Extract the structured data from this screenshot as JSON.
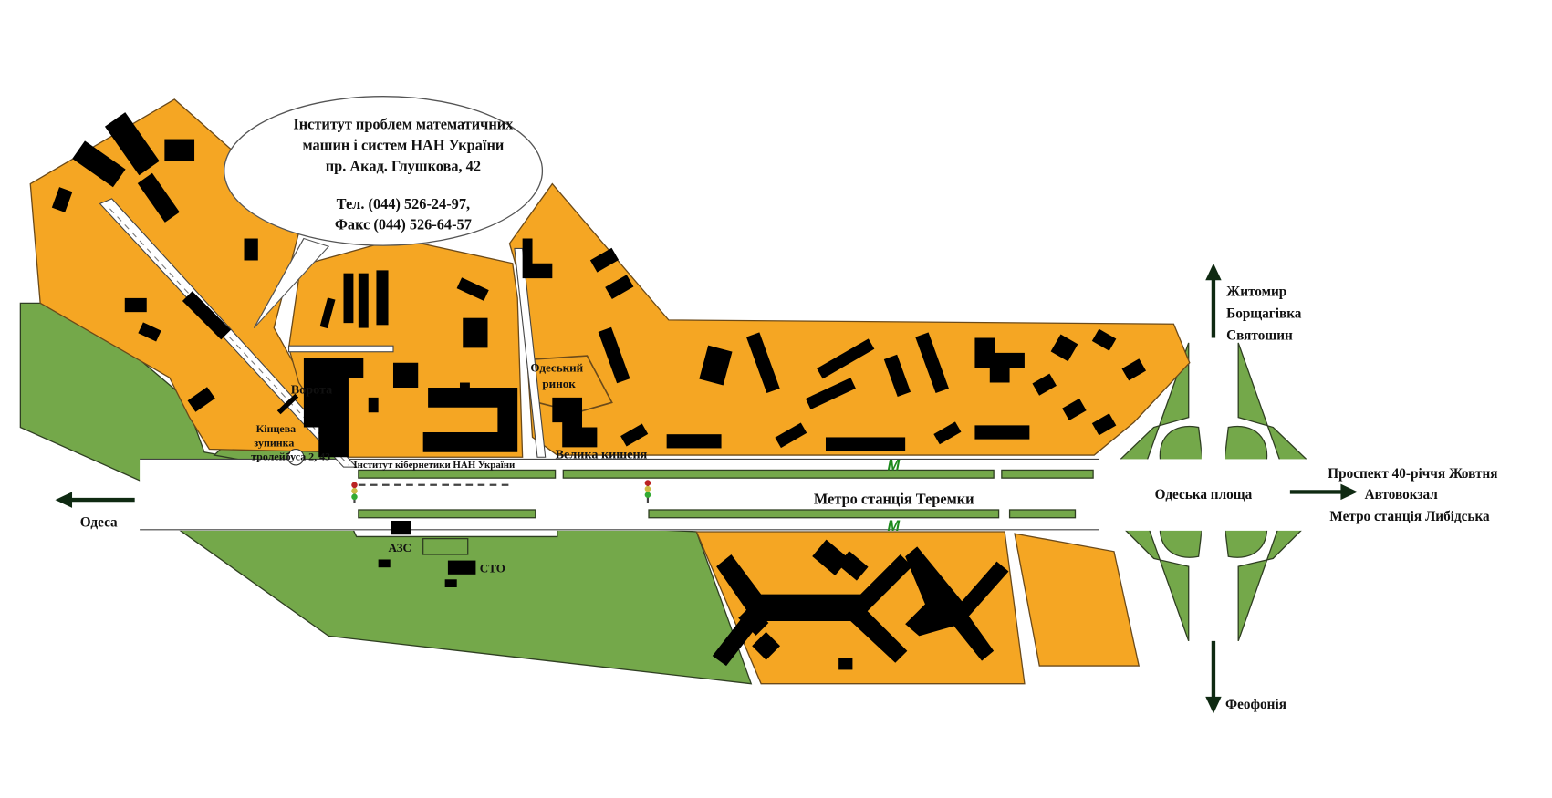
{
  "callout": {
    "line1": "Інститут проблем математичних",
    "line2": "машин і систем НАН України",
    "line3": "пр. Акад. Глушкова, 42",
    "phone": "Тел. (044) 526-24-97,",
    "fax": "Факс (044) 526-64-57"
  },
  "labels": {
    "gate": "Ворота",
    "stop1": "Кінцева",
    "stop2": "зупинка",
    "stop3": "тролейбуса 2, 43",
    "cybernetics": "Інститут кібернетики НАН України",
    "pocket": "Велика кишеня",
    "market1": "Одеський",
    "market2": "ринок",
    "metro_teremky": "Метро станція Теремки",
    "metro_symbol": "М",
    "gas_station": "АЗС",
    "service_station": "СТО",
    "odesa_square": "Одеська площа",
    "odesa": "Одеса",
    "north1": "Житомир",
    "north2": "Борщагівка",
    "north3": "Святошин",
    "east1": "Проспект 40-річчя Жовтня",
    "east2": "Автовокзал",
    "east3": "Метро станція Либідська",
    "south": "Феофонія"
  },
  "colors": {
    "built": "#f5a623",
    "green": "#74a84a",
    "metro": "#1d8a1d"
  }
}
